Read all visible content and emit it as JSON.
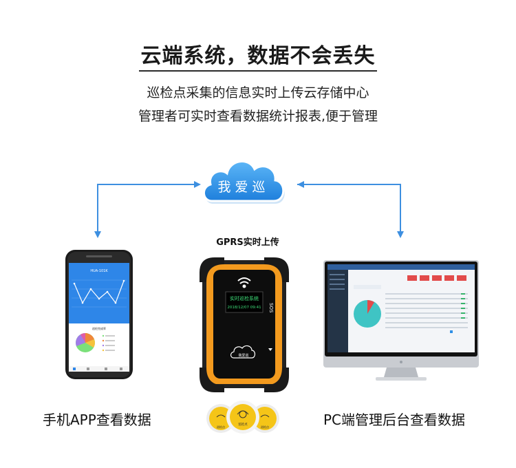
{
  "header": {
    "title": "云端系统，数据不会丢失",
    "subtitle_line1": "巡检点采集的信息实时上传云存储中心",
    "subtitle_line2": "管理者可实时查看数据统计报表,便于管理"
  },
  "cloud": {
    "label": "我爱巡"
  },
  "device": {
    "upload_label": "GPRS实时上传",
    "screen_line1": "实时巡检系统",
    "screen_line2": "2018/12/07 09:41",
    "sos_label": "SOS",
    "logo_label": "我爱巡"
  },
  "tags": {
    "label": "巡检点"
  },
  "phone": {
    "caption": "手机APP查看数据",
    "app_title": "HUA-101K",
    "card_title": "巡检完成率"
  },
  "pc": {
    "caption": "PC端管理后台查看数据"
  },
  "colors": {
    "arrow": "#3d8fe0",
    "cloud": "#2f8fe6",
    "device_orange": "#f39a1e",
    "tag_yellow": "#f5c518"
  }
}
